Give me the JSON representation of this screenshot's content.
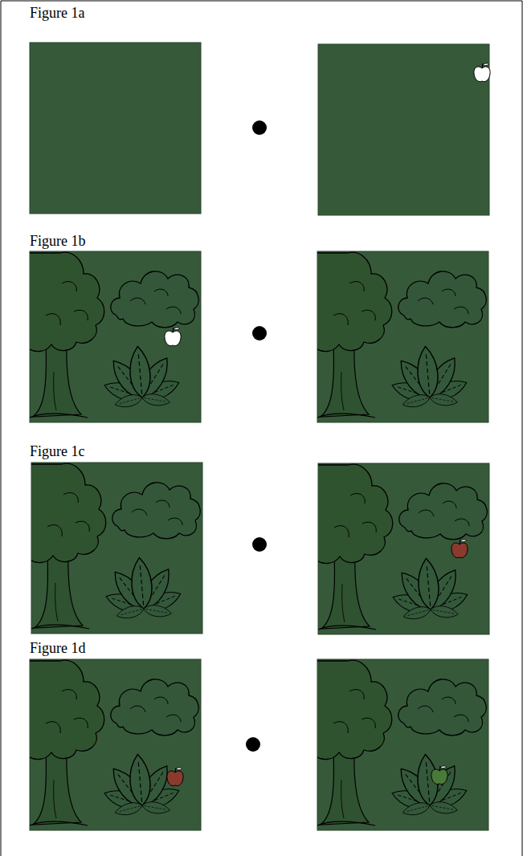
{
  "diagram": {
    "labels": [
      "Figure 1a",
      "Figure 1b",
      "Figure 1c",
      "Figure 1d"
    ]
  }
}
